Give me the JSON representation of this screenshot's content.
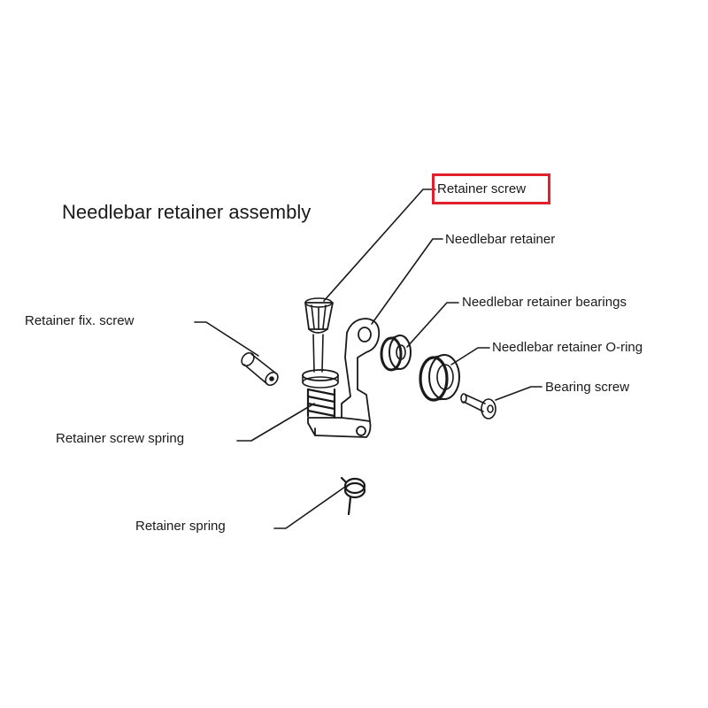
{
  "title": "Needlebar retainer assembly",
  "highlight_color": "#e0202a",
  "highlighted_label": "Retainer screw",
  "labels": {
    "retainer_screw": "Retainer screw",
    "needlebar_retainer": "Needlebar retainer",
    "needlebar_retainer_bearings": "Needlebar retainer bearings",
    "needlebar_retainer_oring": "Needlebar retainer O-ring",
    "bearing_screw": "Bearing screw",
    "retainer_fix_screw": "Retainer fix. screw",
    "retainer_screw_spring": "Retainer screw spring",
    "retainer_spring": "Retainer spring"
  }
}
